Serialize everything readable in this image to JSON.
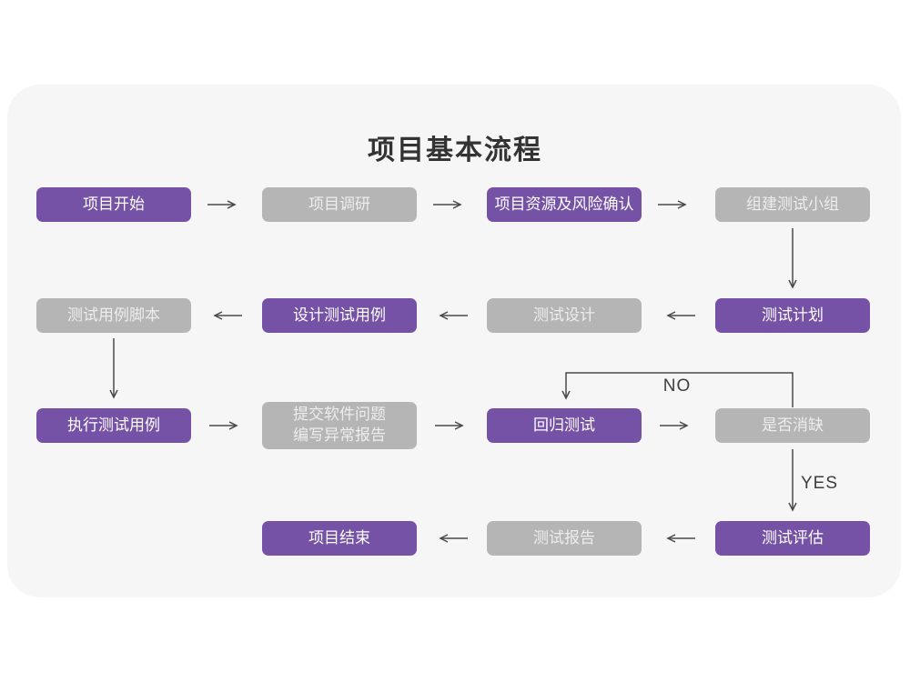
{
  "title": "项目基本流程",
  "colors": {
    "purple": "#7552a5",
    "gray": "#b5b5b5",
    "card": "#f6f6f6",
    "arrow": "#4a4a4a",
    "ink": "#333333",
    "gray_text": "#ededed",
    "label_ink": "#3d3d3d"
  },
  "branch": {
    "no": "NO",
    "yes": "YES"
  },
  "nodes": [
    {
      "label": "项目开始",
      "variant": "purple"
    },
    {
      "label": "项目调研",
      "variant": "gray"
    },
    {
      "label": "项目资源及风险确认",
      "variant": "purple"
    },
    {
      "label": "组建测试小组",
      "variant": "gray"
    },
    {
      "label": "测试用例脚本",
      "variant": "gray"
    },
    {
      "label": "设计测试用例",
      "variant": "purple"
    },
    {
      "label": "测试设计",
      "variant": "gray"
    },
    {
      "label": "测试计划",
      "variant": "purple"
    },
    {
      "label": "执行测试用例",
      "variant": "purple"
    },
    {
      "lines": [
        "提交软件问题",
        "编写异常报告"
      ],
      "variant": "gray"
    },
    {
      "label": "回归测试",
      "variant": "purple"
    },
    {
      "label": "是否消缺",
      "variant": "gray"
    },
    {
      "label": "项目结束",
      "variant": "purple"
    },
    {
      "label": "测试报告",
      "variant": "gray"
    },
    {
      "label": "测试评估",
      "variant": "purple"
    }
  ]
}
